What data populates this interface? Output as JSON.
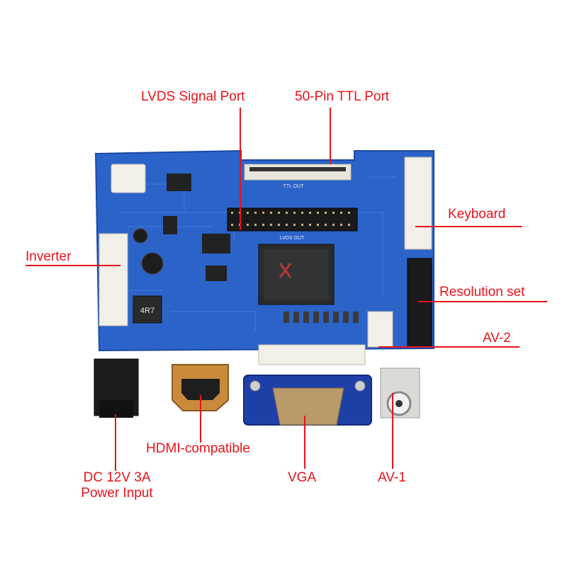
{
  "labels": {
    "lvds": "LVDS Signal Port",
    "ttl": "50-Pin TTL Port",
    "keyboard": "Keyboard",
    "inverter": "Inverter",
    "resolution": "Resolution set",
    "av2": "AV-2",
    "hdmi": "HDMI-compatible",
    "dc_line1": "DC 12V 3A",
    "dc_line2": "Power Input",
    "vga": "VGA",
    "av1": "AV-1"
  },
  "board_text": {
    "ttl_out": "TTL OUT",
    "lvds_out": "LVDS OUT",
    "inductor": "4R7"
  },
  "colors": {
    "label_red": "#e8131c",
    "pcb_blue": "#2b63c9",
    "trace_blue": "#3f78dc",
    "vga_blue": "#1f3fa8",
    "hdmi_gold": "#c98a3c"
  }
}
